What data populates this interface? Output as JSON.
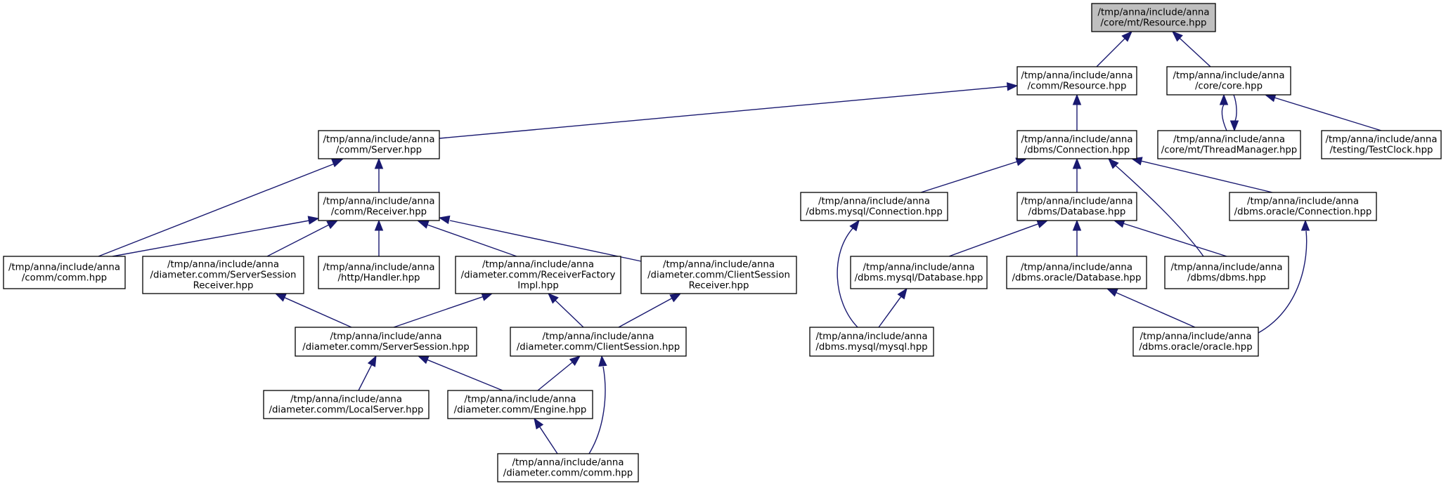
{
  "diagram": {
    "colors": {
      "edge": "#191970",
      "root_fill": "#bfbfbf",
      "node_fill": "#ffffff"
    },
    "nodes": [
      {
        "id": "resource_mt",
        "line1": "/tmp/anna/include/anna",
        "line2": "/core/mt/Resource.hpp"
      },
      {
        "id": "comm_resource",
        "line1": "/tmp/anna/include/anna",
        "line2": "/comm/Resource.hpp"
      },
      {
        "id": "core_core",
        "line1": "/tmp/anna/include/anna",
        "line2": "/core/core.hpp"
      },
      {
        "id": "comm_server",
        "line1": "/tmp/anna/include/anna",
        "line2": "/comm/Server.hpp"
      },
      {
        "id": "dbms_connection",
        "line1": "/tmp/anna/include/anna",
        "line2": "/dbms/Connection.hpp"
      },
      {
        "id": "thread_manager",
        "line1": "/tmp/anna/include/anna",
        "line2": "/core/mt/ThreadManager.hpp"
      },
      {
        "id": "test_clock",
        "line1": "/tmp/anna/include/anna",
        "line2": "/testing/TestClock.hpp"
      },
      {
        "id": "comm_receiver",
        "line1": "/tmp/anna/include/anna",
        "line2": "/comm/Receiver.hpp"
      },
      {
        "id": "mysql_connection",
        "line1": "/tmp/anna/include/anna",
        "line2": "/dbms.mysql/Connection.hpp"
      },
      {
        "id": "dbms_database",
        "line1": "/tmp/anna/include/anna",
        "line2": "/dbms/Database.hpp"
      },
      {
        "id": "oracle_connection",
        "line1": "/tmp/anna/include/anna",
        "line2": "/dbms.oracle/Connection.hpp"
      },
      {
        "id": "comm_comm",
        "line1": "/tmp/anna/include/anna",
        "line2": "/comm/comm.hpp"
      },
      {
        "id": "server_session_receiver",
        "line1": "/tmp/anna/include/anna",
        "line2": "/diameter.comm/ServerSession",
        "line3": "Receiver.hpp"
      },
      {
        "id": "http_handler",
        "line1": "/tmp/anna/include/anna",
        "line2": "/http/Handler.hpp"
      },
      {
        "id": "receiver_factory_impl",
        "line1": "/tmp/anna/include/anna",
        "line2": "/diameter.comm/ReceiverFactory",
        "line3": "Impl.hpp"
      },
      {
        "id": "client_session_receiver",
        "line1": "/tmp/anna/include/anna",
        "line2": "/diameter.comm/ClientSession",
        "line3": "Receiver.hpp"
      },
      {
        "id": "mysql_database",
        "line1": "/tmp/anna/include/anna",
        "line2": "/dbms.mysql/Database.hpp"
      },
      {
        "id": "oracle_database",
        "line1": "/tmp/anna/include/anna",
        "line2": "/dbms.oracle/Database.hpp"
      },
      {
        "id": "dbms_dbms",
        "line1": "/tmp/anna/include/anna",
        "line2": "/dbms/dbms.hpp"
      },
      {
        "id": "server_session",
        "line1": "/tmp/anna/include/anna",
        "line2": "/diameter.comm/ServerSession.hpp"
      },
      {
        "id": "client_session",
        "line1": "/tmp/anna/include/anna",
        "line2": "/diameter.comm/ClientSession.hpp"
      },
      {
        "id": "mysql_mysql",
        "line1": "/tmp/anna/include/anna",
        "line2": "/dbms.mysql/mysql.hpp"
      },
      {
        "id": "oracle_oracle",
        "line1": "/tmp/anna/include/anna",
        "line2": "/dbms.oracle/oracle.hpp"
      },
      {
        "id": "local_server",
        "line1": "/tmp/anna/include/anna",
        "line2": "/diameter.comm/LocalServer.hpp"
      },
      {
        "id": "diameter_engine",
        "line1": "/tmp/anna/include/anna",
        "line2": "/diameter.comm/Engine.hpp"
      },
      {
        "id": "diameter_comm",
        "line1": "/tmp/anna/include/anna",
        "line2": "/diameter.comm/comm.hpp"
      }
    ],
    "edges": [
      {
        "from": "comm_resource",
        "to": "resource_mt"
      },
      {
        "from": "core_core",
        "to": "resource_mt"
      },
      {
        "from": "comm_server",
        "to": "comm_resource"
      },
      {
        "from": "dbms_connection",
        "to": "comm_resource"
      },
      {
        "from": "thread_manager",
        "to": "core_core"
      },
      {
        "from": "core_core",
        "to": "thread_manager"
      },
      {
        "from": "test_clock",
        "to": "core_core"
      },
      {
        "from": "comm_receiver",
        "to": "comm_server"
      },
      {
        "from": "comm_comm",
        "to": "comm_server"
      },
      {
        "from": "comm_comm",
        "to": "comm_receiver"
      },
      {
        "from": "server_session_receiver",
        "to": "comm_receiver"
      },
      {
        "from": "http_handler",
        "to": "comm_receiver"
      },
      {
        "from": "receiver_factory_impl",
        "to": "comm_receiver"
      },
      {
        "from": "client_session_receiver",
        "to": "comm_receiver"
      },
      {
        "from": "mysql_connection",
        "to": "dbms_connection"
      },
      {
        "from": "dbms_database",
        "to": "dbms_connection"
      },
      {
        "from": "oracle_connection",
        "to": "dbms_connection"
      },
      {
        "from": "dbms_dbms",
        "to": "dbms_connection"
      },
      {
        "from": "mysql_database",
        "to": "dbms_database"
      },
      {
        "from": "oracle_database",
        "to": "dbms_database"
      },
      {
        "from": "dbms_dbms",
        "to": "dbms_database"
      },
      {
        "from": "mysql_mysql",
        "to": "mysql_connection"
      },
      {
        "from": "oracle_oracle",
        "to": "oracle_connection"
      },
      {
        "from": "mysql_mysql",
        "to": "mysql_database"
      },
      {
        "from": "oracle_oracle",
        "to": "oracle_database"
      },
      {
        "from": "server_session",
        "to": "server_session_receiver"
      },
      {
        "from": "server_session",
        "to": "receiver_factory_impl"
      },
      {
        "from": "client_session",
        "to": "receiver_factory_impl"
      },
      {
        "from": "client_session",
        "to": "client_session_receiver"
      },
      {
        "from": "local_server",
        "to": "server_session"
      },
      {
        "from": "diameter_engine",
        "to": "server_session"
      },
      {
        "from": "diameter_engine",
        "to": "client_session"
      },
      {
        "from": "diameter_comm",
        "to": "client_session"
      },
      {
        "from": "diameter_comm",
        "to": "diameter_engine"
      }
    ]
  }
}
